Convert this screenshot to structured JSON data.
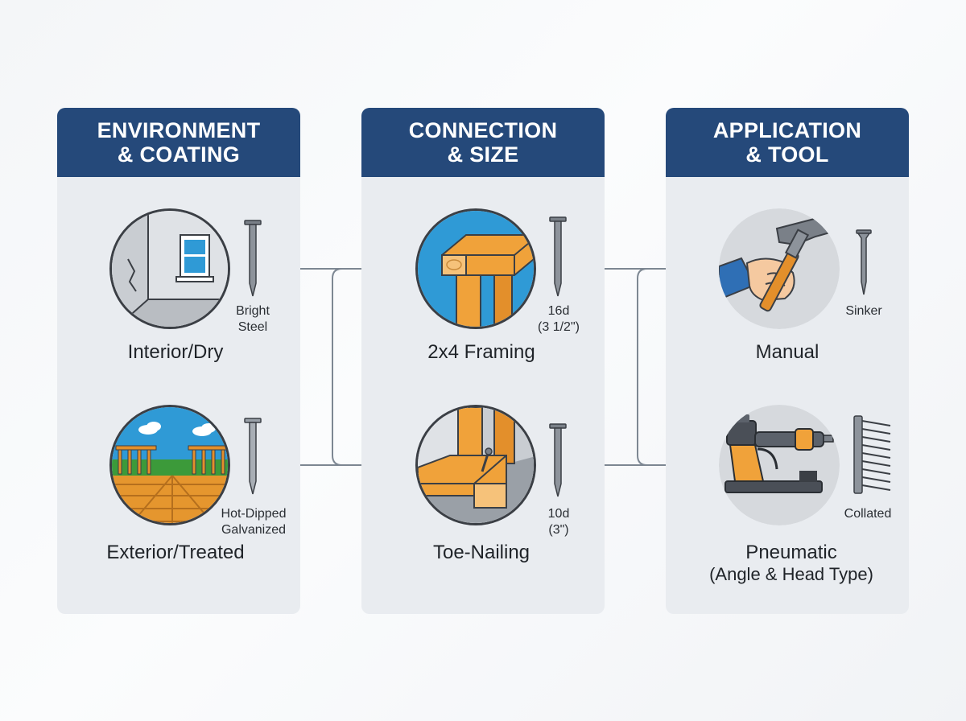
{
  "colors": {
    "header": "#25497a",
    "panel": "#e9ecf0",
    "connector": "#7d8792",
    "wood": "#f0a23a",
    "sky": "#2f9ad6"
  },
  "columns": [
    {
      "title_line1": "ENVIRONMENT",
      "title_line2": "& COATING",
      "items": [
        {
          "label": "Interior/Dry",
          "nail_label_1": "Bright",
          "nail_label_2": "Steel",
          "icon": "interior-room-icon"
        },
        {
          "label": "Exterior/Treated",
          "nail_label_1": "Hot-Dipped",
          "nail_label_2": "Galvanized",
          "icon": "deck-icon"
        }
      ]
    },
    {
      "title_line1": "CONNECTION",
      "title_line2": "& SIZE",
      "items": [
        {
          "label": "2x4 Framing",
          "nail_label_1": "16d",
          "nail_label_2": "(3 1/2\")",
          "icon": "framing-icon"
        },
        {
          "label": "Toe-Nailing",
          "nail_label_1": "10d",
          "nail_label_2": "(3\")",
          "icon": "toe-nailing-icon"
        }
      ]
    },
    {
      "title_line1": "APPLICATION",
      "title_line2": "& TOOL",
      "items": [
        {
          "label": "Manual",
          "nail_label_1": "Sinker",
          "icon": "hammer-icon"
        },
        {
          "label": "Pneumatic",
          "label_sub": "(Angle & Head Type)",
          "nail_label_1": "Collated",
          "icon": "nail-gun-icon"
        }
      ]
    }
  ]
}
